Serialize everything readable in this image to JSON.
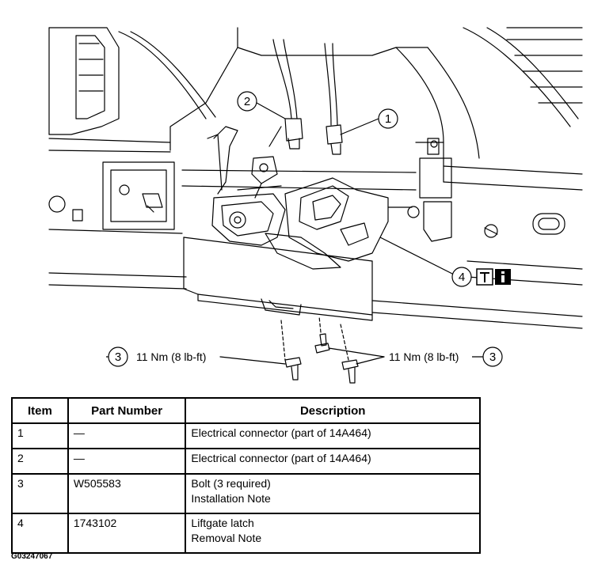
{
  "diagram": {
    "callouts": [
      {
        "id": "callout-1",
        "number": "1"
      },
      {
        "id": "callout-2",
        "number": "2"
      },
      {
        "id": "callout-3-left",
        "number": "3"
      },
      {
        "id": "callout-3-right",
        "number": "3"
      },
      {
        "id": "callout-4",
        "number": "4"
      }
    ],
    "torque_left": "11 Nm (8 lb-ft)",
    "torque_right": "11 Nm (8 lb-ft)",
    "icons": [
      "special-tool-icon",
      "info-icon"
    ]
  },
  "table": {
    "headers": [
      "Item",
      "Part Number",
      "Description"
    ],
    "rows": [
      {
        "item": "1",
        "part": "—",
        "desc": [
          "Electrical connector (part of 14A464)"
        ]
      },
      {
        "item": "2",
        "part": "—",
        "desc": [
          "Electrical connector (part of 14A464)"
        ]
      },
      {
        "item": "3",
        "part": "W505583",
        "desc": [
          "Bolt (3 required)",
          "Installation Note"
        ]
      },
      {
        "item": "4",
        "part": "1743102",
        "desc": [
          "Liftgate latch",
          "Removal Note"
        ]
      }
    ]
  },
  "figure_id": "G03247067"
}
